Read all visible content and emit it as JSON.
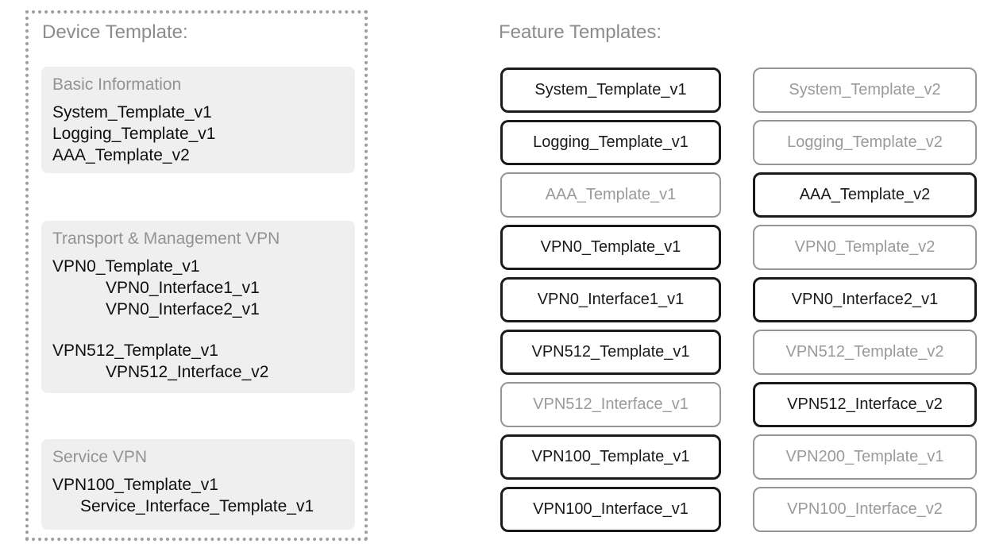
{
  "device_template": {
    "title": "Device Template:",
    "sections": [
      {
        "heading": "Basic Information",
        "blocks": [
          [
            {
              "text": "System_Template_v1",
              "indent": "none"
            },
            {
              "text": "Logging_Template_v1",
              "indent": "none"
            },
            {
              "text": "AAA_Template_v2",
              "indent": "none"
            }
          ]
        ]
      },
      {
        "heading": "Transport & Management VPN",
        "blocks": [
          [
            {
              "text": "VPN0_Template_v1",
              "indent": "none"
            },
            {
              "text": "VPN0_Interface1_v1",
              "indent": "large"
            },
            {
              "text": "VPN0_Interface2_v1",
              "indent": "large"
            }
          ],
          [
            {
              "text": "VPN512_Template_v1",
              "indent": "none"
            },
            {
              "text": "VPN512_Interface_v2",
              "indent": "large"
            }
          ]
        ]
      },
      {
        "heading": "Service VPN",
        "blocks": [
          [
            {
              "text": "VPN100_Template_v1",
              "indent": "none"
            },
            {
              "text": "Service_Interface_Template_v1",
              "indent": "small"
            }
          ]
        ]
      }
    ]
  },
  "feature_templates": {
    "title": "Feature Templates:",
    "columns": [
      {
        "boxes": [
          {
            "label": "System_Template_v1",
            "selected": true
          },
          {
            "label": "Logging_Template_v1",
            "selected": true
          },
          {
            "label": "AAA_Template_v1",
            "selected": false
          },
          {
            "label": "VPN0_Template_v1",
            "selected": true
          },
          {
            "label": "VPN0_Interface1_v1",
            "selected": true
          },
          {
            "label": "VPN512_Template_v1",
            "selected": true
          },
          {
            "label": "VPN512_Interface_v1",
            "selected": false
          },
          {
            "label": "VPN100_Template_v1",
            "selected": true
          },
          {
            "label": "VPN100_Interface_v1",
            "selected": true
          }
        ]
      },
      {
        "boxes": [
          {
            "label": "System_Template_v2",
            "selected": false
          },
          {
            "label": "Logging_Template_v2",
            "selected": false
          },
          {
            "label": "AAA_Template_v2",
            "selected": true
          },
          {
            "label": "VPN0_Template_v2",
            "selected": false
          },
          {
            "label": "VPN0_Interface2_v1",
            "selected": true
          },
          {
            "label": "VPN512_Template_v2",
            "selected": false
          },
          {
            "label": "VPN512_Interface_v2",
            "selected": true
          },
          {
            "label": "VPN200_Template_v1",
            "selected": false
          },
          {
            "label": "VPN100_Interface_v2",
            "selected": false
          }
        ]
      }
    ]
  },
  "colors": {
    "title_gray": "#8c8c8c",
    "panel_bg": "#efefef",
    "heading_gray": "#939393",
    "ink": "#1a1a1a",
    "muted_border": "#959595",
    "muted_text": "#9a9a9a",
    "dotted_border": "#9e9e9e",
    "background": "#ffffff"
  }
}
